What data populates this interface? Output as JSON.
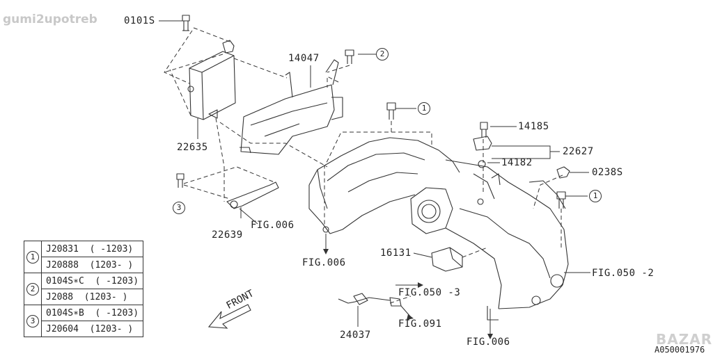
{
  "watermark": "gumi2upotreb",
  "brand_watermark": "BAZAR",
  "image_code": "A050001976",
  "labels": {
    "p0101s": "0101S",
    "p14047": "14047",
    "p22635": "22635",
    "p22639": "22639",
    "p14185": "14185",
    "p22627": "22627",
    "p14182": "14182",
    "p0238s": "0238S",
    "p16131": "16131",
    "p24037": "24037",
    "fig006_a": "FIG.006",
    "fig006_b": "FIG.006",
    "fig006_c": "FIG.006",
    "fig050_2": "FIG.050 -2",
    "fig050_3": "FIG.050 -3",
    "fig091": "FIG.091",
    "front": "FRONT"
  },
  "callouts": {
    "c1": "1",
    "c2": "2",
    "c3": "3"
  },
  "legend": [
    {
      "num": "1",
      "rows": [
        {
          "part": "J20831",
          "range": "( -1203)"
        },
        {
          "part": "J20888",
          "range": "(1203- )"
        }
      ]
    },
    {
      "num": "2",
      "rows": [
        {
          "part": "0104S∗C",
          "range": "( -1203)"
        },
        {
          "part": "J2088",
          "range": "(1203- )"
        }
      ]
    },
    {
      "num": "3",
      "rows": [
        {
          "part": "0104S∗B",
          "range": "( -1203)"
        },
        {
          "part": "J20604",
          "range": "(1203- )"
        }
      ]
    }
  ]
}
